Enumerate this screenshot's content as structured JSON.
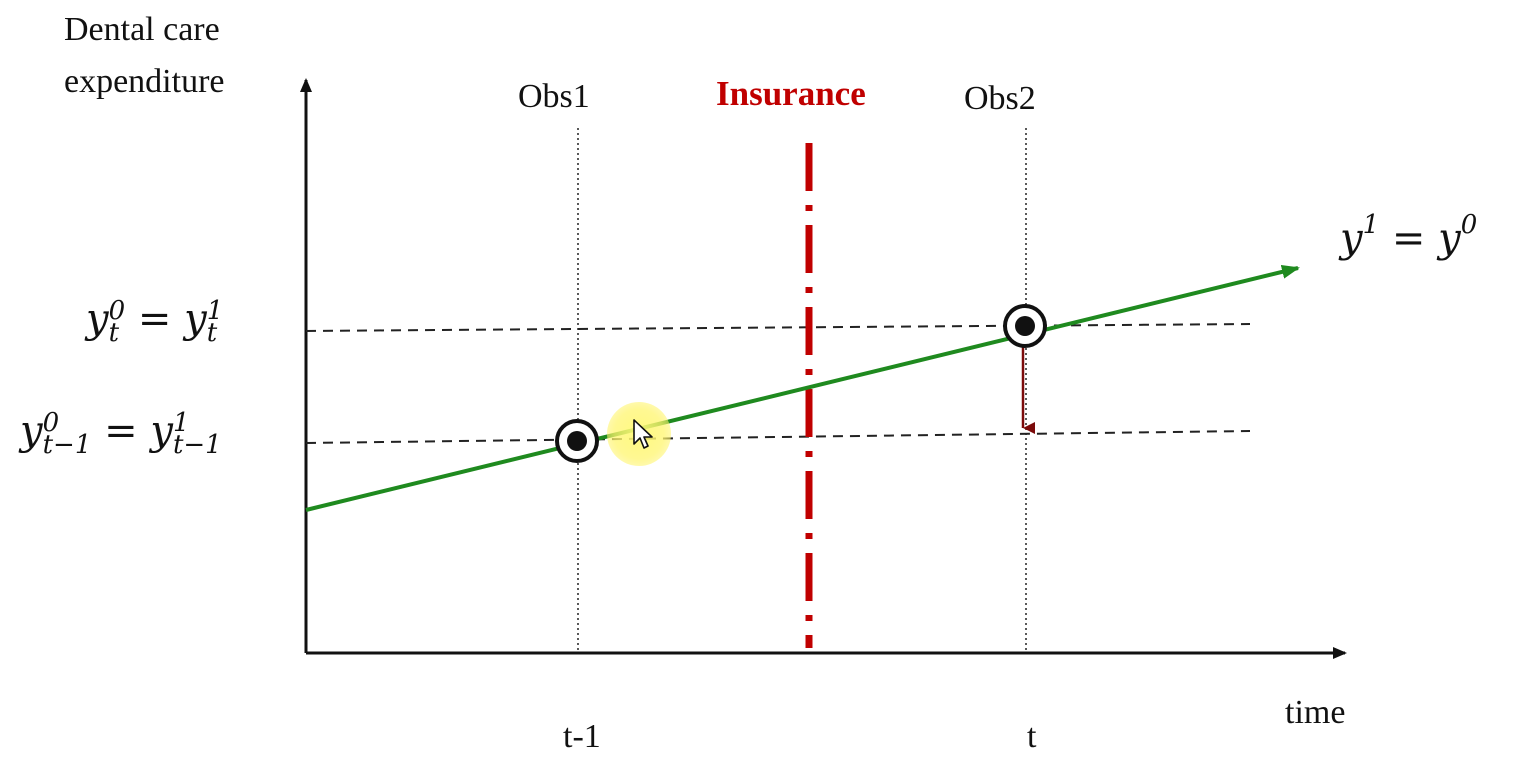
{
  "y_axis_label": "Dental care expenditure",
  "y_axis_label_lines": [
    "Dental care",
    "expenditure"
  ],
  "x_axis_label": "time",
  "observations": [
    {
      "label": "Obs1",
      "tick": "t-1"
    },
    {
      "label": "Obs2",
      "tick": "t"
    }
  ],
  "policy_line": {
    "label": "Insurance",
    "color": "#c00000"
  },
  "equations": {
    "line": {
      "lhs": "y",
      "lhs_sup": "1",
      "rhs": "y",
      "rhs_sup": "0",
      "op": "="
    },
    "level_t": {
      "lhs": "y",
      "lhs_sup": "0",
      "lhs_sub": "t",
      "rhs": "y",
      "rhs_sup": "1",
      "rhs_sub": "t",
      "op": "="
    },
    "level_t1": {
      "lhs": "y",
      "lhs_sup": "0",
      "lhs_sub": "t−1",
      "rhs": "y",
      "rhs_sup": "1",
      "rhs_sub": "t−1",
      "op": "="
    }
  },
  "colors": {
    "trend_line": "#1f8a1f",
    "difference_arrow": "#7b0a0a",
    "axis": "#111111",
    "cursor_highlight": "#fff58a"
  },
  "icons": [
    "cursor-arrow-icon"
  ]
}
